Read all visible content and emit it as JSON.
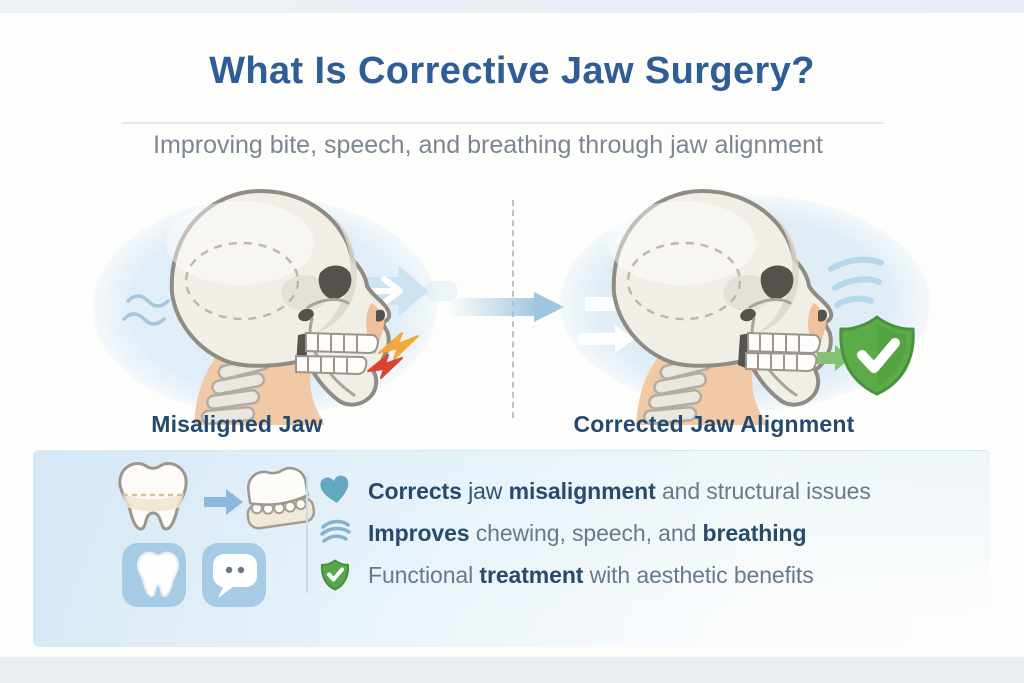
{
  "header": {
    "title": "What Is Corrective Jaw Surgery?",
    "subtitle": "Improving bite, speech, and breathing through jaw alignment"
  },
  "comparison": {
    "before": {
      "label": "Misaligned Jaw",
      "illustration": "skull-side-profile-with-misaligned-jaw",
      "accent_icons": [
        "pain-bolt-orange-icon",
        "pain-bolt-red-icon",
        "airflow-arrow-icon",
        "soft-wave-icon"
      ]
    },
    "after": {
      "label": "Corrected Jaw Alignment",
      "illustration": "skull-side-profile-with-aligned-jaw",
      "accent_icons": [
        "breath-waves-icon",
        "shield-check-icon",
        "arrow-to-shield-icon",
        "airflow-arrows-icon"
      ]
    },
    "transition_icon": "arrow-right-icon"
  },
  "benefits": {
    "icon_cluster": [
      "tooth-with-bite-line-icon",
      "arrow-right-icon",
      "aligned-bite-icon",
      "tooth-badge-icon",
      "speech-bubble-badge-icon"
    ],
    "items": [
      {
        "icon": "heart-icon",
        "segments": [
          {
            "text": "Corrects",
            "style": "bold"
          },
          {
            "text": " jaw ",
            "style": "dark"
          },
          {
            "text": "misalignment",
            "style": "bold"
          },
          {
            "text": " and structural issues",
            "style": "muted"
          }
        ]
      },
      {
        "icon": "airflow-waves-icon",
        "segments": [
          {
            "text": "Improves",
            "style": "bold"
          },
          {
            "text": " chewing, speech, and ",
            "style": "muted"
          },
          {
            "text": "breathing",
            "style": "bold"
          }
        ]
      },
      {
        "icon": "shield-check-icon",
        "segments": [
          {
            "text": "Functional ",
            "style": "muted"
          },
          {
            "text": "treatment",
            "style": "bold"
          },
          {
            "text": " with aesthetic benefits",
            "style": "muted"
          }
        ]
      }
    ]
  },
  "colors": {
    "title_blue": "#2e5e95",
    "label_navy": "#254a70",
    "text_dark_navy": "#294a6b",
    "text_muted": "#68798c",
    "heart_teal": "#62a8c0",
    "waves_blue": "#82b3cf",
    "shield_green": "#56a84b",
    "bolt_orange": "#f1a93c",
    "bolt_red": "#dc4331",
    "flow_arrow_blue": "#9fc6de",
    "badge_blue": "#a6cbe5",
    "bone": "#f1eee8",
    "skin": "#f2c9a7",
    "panel_wash": "#d9eaf6"
  }
}
